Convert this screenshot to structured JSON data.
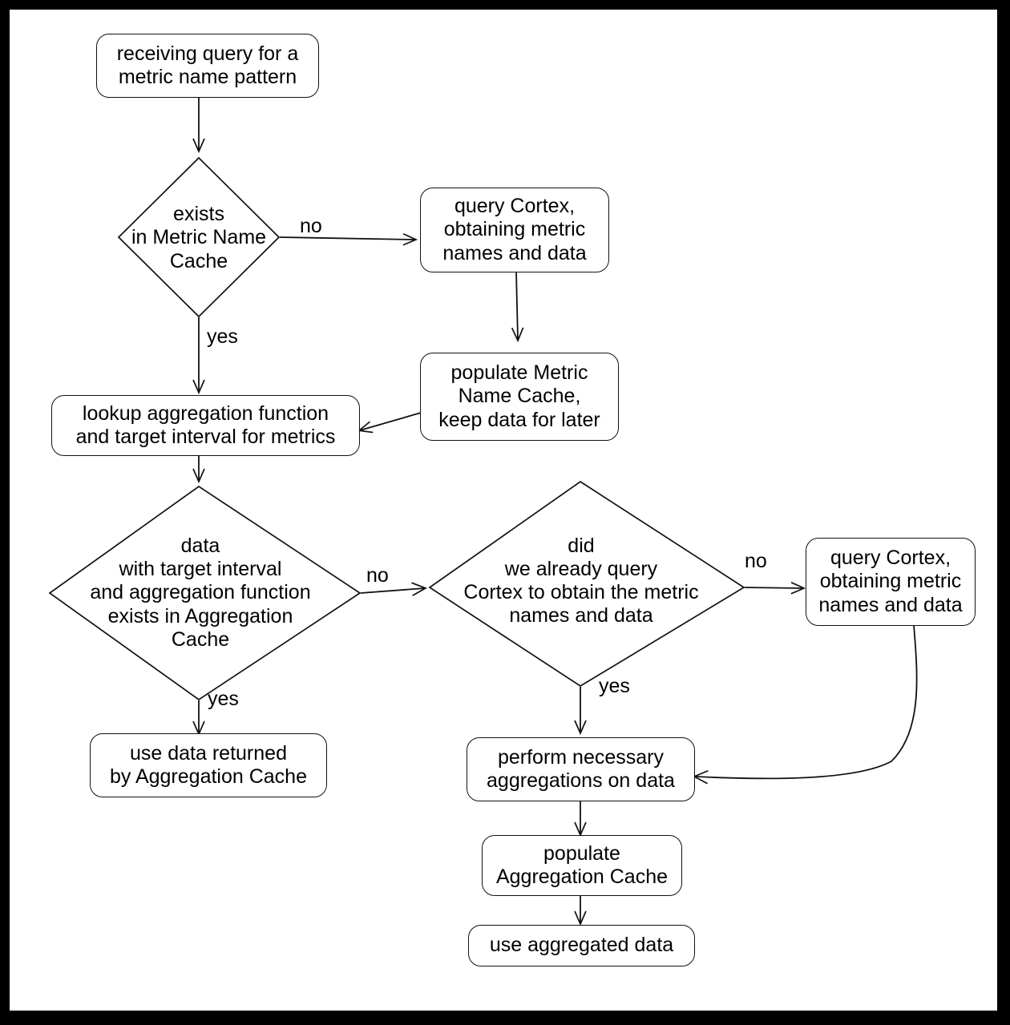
{
  "diagram": {
    "title": "metric query caching flowchart",
    "background": "#ffffff",
    "border_color": "#000000",
    "line_color": "#111111",
    "text_color": "#000000",
    "nodes": {
      "start": {
        "shape": "rounded-rect",
        "text": "receiving query for a\nmetric name pattern"
      },
      "metric_name_cache_check": {
        "shape": "diamond",
        "text": "exists\nin Metric Name\nCache"
      },
      "query_cortex_top": {
        "shape": "rounded-rect",
        "text": "query Cortex,\nobtaining metric\nnames and data"
      },
      "populate_metric_name_cache": {
        "shape": "rounded-rect",
        "text": "populate Metric\nName Cache,\nkeep data for later"
      },
      "lookup_aggregation": {
        "shape": "rounded-rect",
        "text": "lookup aggregation function\nand target interval for metrics"
      },
      "aggregation_cache_check": {
        "shape": "diamond",
        "text": "data\nwith target interval\nand aggregation function\nexists in Aggregation\nCache"
      },
      "already_queried_check": {
        "shape": "diamond",
        "text": "did\nwe already query\nCortex to obtain the metric\nnames and data"
      },
      "query_cortex_right": {
        "shape": "rounded-rect",
        "text": "query Cortex,\nobtaining metric\nnames and data"
      },
      "use_cached_data": {
        "shape": "rounded-rect",
        "text": "use data returned\nby Aggregation Cache"
      },
      "perform_aggregations": {
        "shape": "rounded-rect",
        "text": "perform necessary\naggregations on data"
      },
      "populate_aggregation_cache": {
        "shape": "rounded-rect",
        "text": "populate\nAggregation Cache"
      },
      "use_aggregated_data": {
        "shape": "rounded-rect",
        "text": "use aggregated data"
      }
    },
    "edge_labels": {
      "metric_cache_no": "no",
      "metric_cache_yes": "yes",
      "aggregation_cache_no": "no",
      "aggregation_cache_yes": "yes",
      "already_queried_no": "no",
      "already_queried_yes": "yes"
    }
  }
}
